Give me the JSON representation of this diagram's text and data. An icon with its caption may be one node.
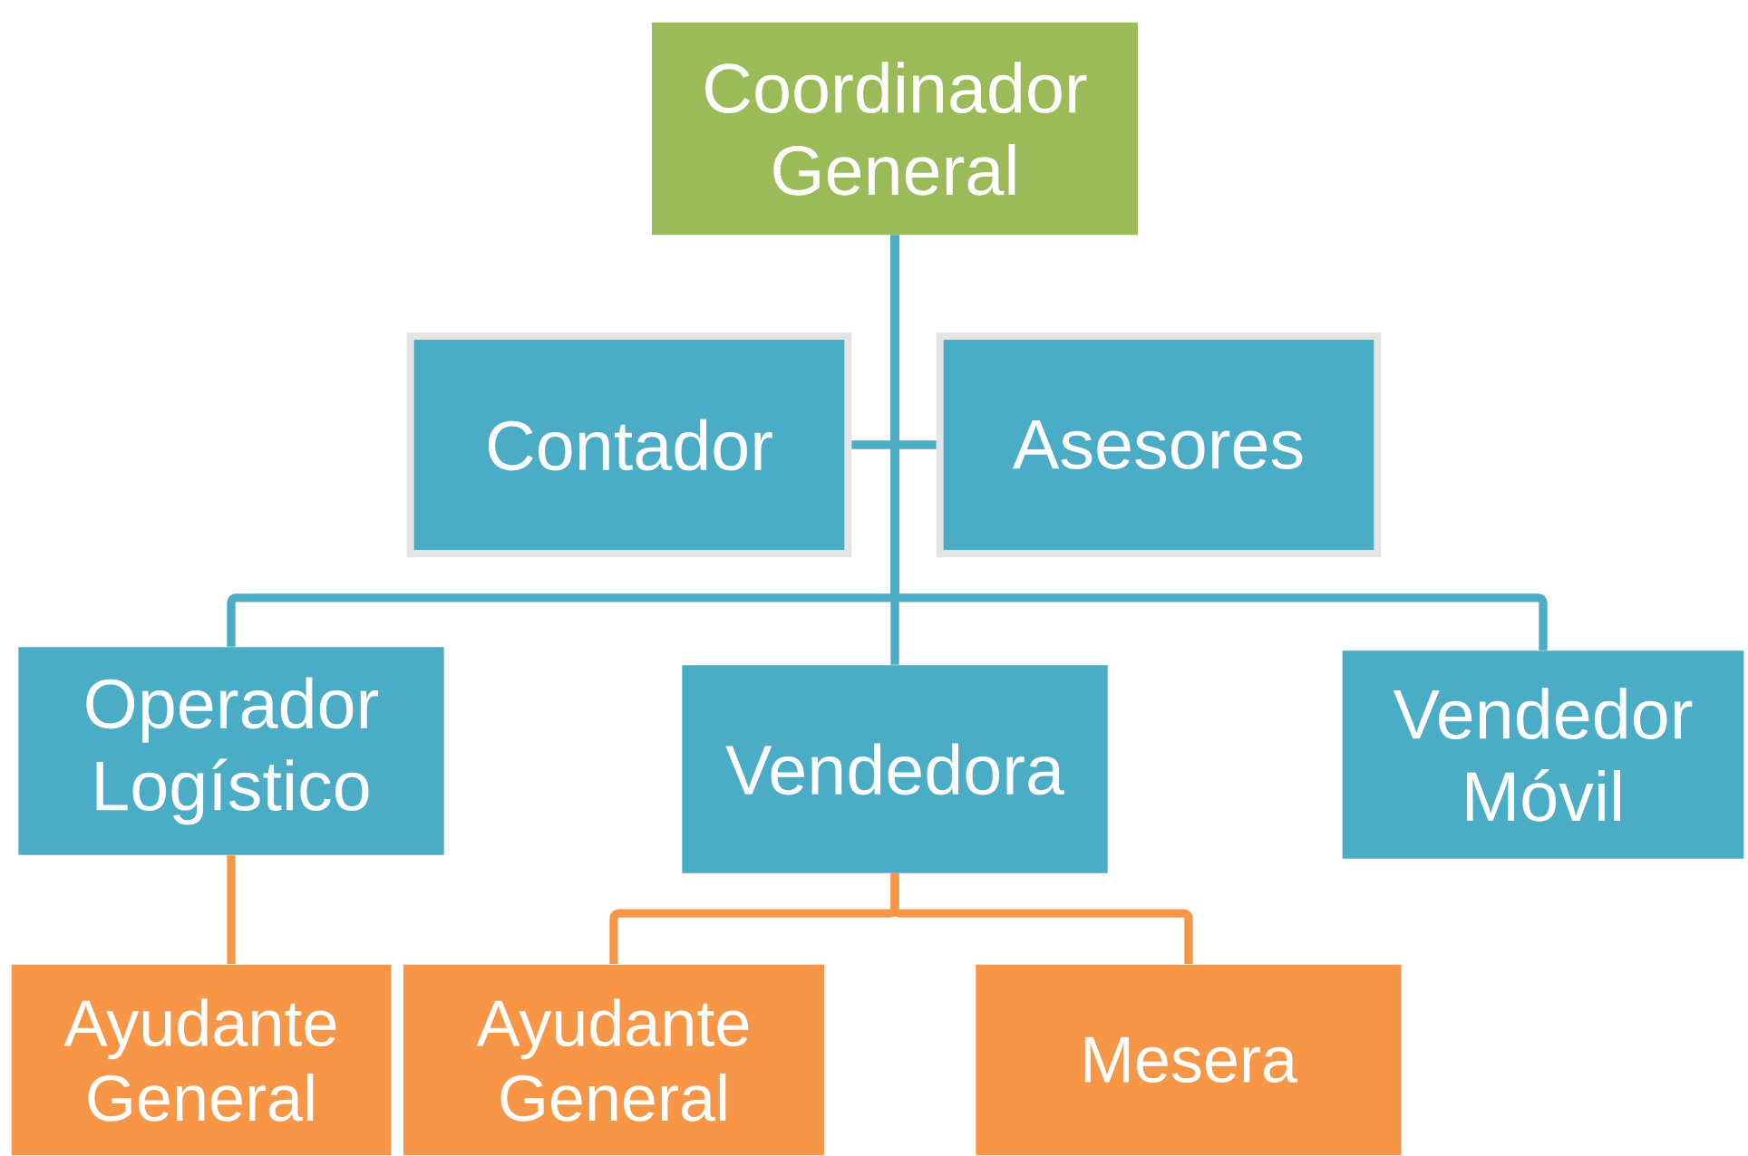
{
  "diagram": {
    "nodes": [
      {
        "text": [
          "Coordinador General"
        ]
      },
      {
        "text": [
          "Contador"
        ]
      },
      {
        "text": [
          "Asesores"
        ]
      },
      {
        "text": [
          "Operador Logístico"
        ]
      },
      {
        "text": [
          "Vendedora"
        ]
      },
      {
        "text": [
          "Vendedor Móvil"
        ]
      },
      {
        "text": [
          "Ayudante General"
        ]
      },
      {
        "text": [
          "Ayudante General"
        ]
      },
      {
        "text": [
          "Mesera"
        ]
      }
    ],
    "edges": [
      {
        "from": 0,
        "to": 1,
        "arrow": "none"
      },
      {
        "from": 0,
        "to": 2,
        "arrow": "none"
      },
      {
        "from": 0,
        "to": 3,
        "arrow": "none"
      },
      {
        "from": 0,
        "to": 4,
        "arrow": "none"
      },
      {
        "from": 0,
        "to": 5,
        "arrow": "none"
      },
      {
        "from": 3,
        "to": 6,
        "arrow": "none",
        "color": "#f79646"
      },
      {
        "from": 4,
        "to": 7,
        "arrow": "none",
        "color": "#f79646"
      },
      {
        "from": 4,
        "to": 8,
        "arrow": "none",
        "color": "#f79646"
      }
    ]
  }
}
